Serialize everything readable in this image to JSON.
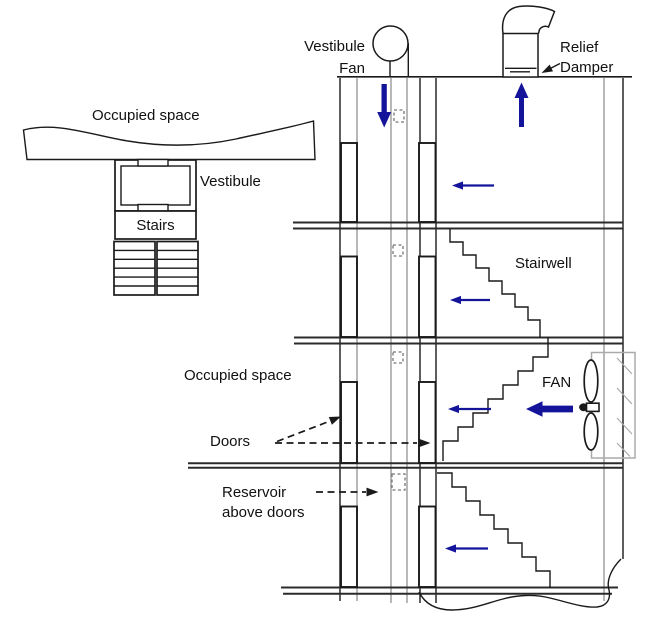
{
  "diagram": {
    "plan": {
      "occupied_space": "Occupied space",
      "vestibule": "Vestibule",
      "stairs": "Stairs"
    },
    "elevation": {
      "vestibule_fan_line1": "Vestibule",
      "vestibule_fan_line2": "Fan",
      "relief_line1": "Relief",
      "relief_line2": "Damper",
      "stairwell": "Stairwell",
      "occupied_space": "Occupied space",
      "doors": "Doors",
      "reservoir_line1": "Reservoir",
      "reservoir_line2": "above doors",
      "fan": "FAN"
    },
    "colors": {
      "arrow_blue": "#14149b",
      "wall_gray": "#9a9a9a",
      "hatch_gray": "#aaaaaa",
      "line_black": "#1a1a1a",
      "slab_gray": "#2b2b2b"
    }
  }
}
